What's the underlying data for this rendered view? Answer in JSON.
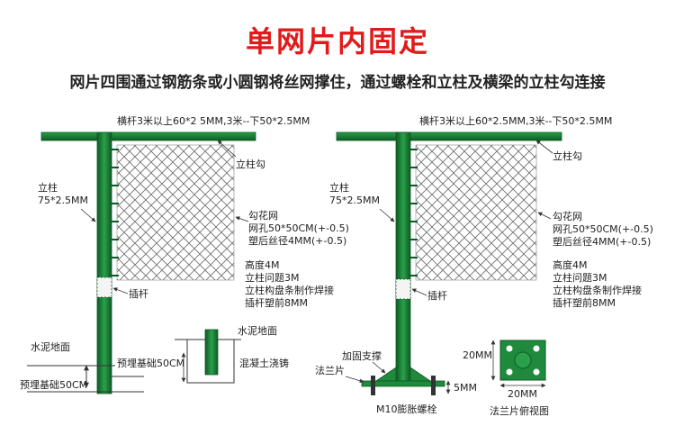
{
  "title": "单网片内固定",
  "subtitle": "网片四围通过钢筋条或小圆钢将丝网撑住，通过螺栓和立柱及横梁的立柱勾连接",
  "left": {
    "crossbar": "横杆3米以上60*2 5MM,3米--下50*2.5MM",
    "hook": "立柱勾",
    "post_name": "立柱",
    "post_size": "75*2.5MM",
    "mesh_name": "勾花网",
    "mesh_hole": "网孔50*50CM(+-0.5)",
    "mesh_wire": "塑后丝径4MM(+-0.5)",
    "spec1": "高度4M",
    "spec2": "立柱问题3M",
    "spec3": "立柱构盘条制作焊接",
    "spec4": "插杆塑前8MM",
    "insert_rod": "插杆",
    "ground": "水泥地面",
    "foundation1": "预埋基础50CM",
    "foundation2": "预埋基础50CM",
    "inset_ground": "水泥地面",
    "inset_concrete": "混凝土浇铸"
  },
  "right": {
    "crossbar": "横杆3米以上60*2.5MM,3米--下50*2.5MM",
    "hook": "立柱勾",
    "post_name": "立柱",
    "post_size": "75*2.5MM",
    "mesh_name": "勾花网",
    "mesh_hole": "网孔50*50CM(+-0.5)",
    "mesh_wire": "塑后丝径4MM(+-0.5)",
    "spec1": "高度4M",
    "spec2": "立柱问题3M",
    "spec3": "立柱构盘条制作焊接",
    "spec4": "插杆塑前8MM",
    "insert_rod": "插杆",
    "brace": "加固支撑",
    "flange": "法兰片",
    "bolt": "M10膨胀螺栓",
    "dim_5": "5MM",
    "dim_20v": "20MM",
    "dim_20h": "20MM",
    "flange_view": "法兰片俯视图"
  },
  "colors": {
    "post": "#1f8a3c",
    "post_dark": "#0e5a25",
    "title_red": "#e11a1a",
    "mesh": "#6b6b6b",
    "arrow": "#333333"
  }
}
